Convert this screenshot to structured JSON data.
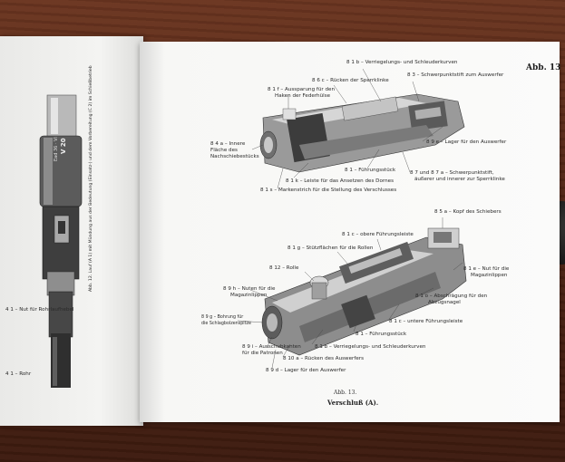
{
  "page_header": "Abb. 13",
  "left_page": {
    "rotated_caption": "Abb. 12. Lauf (A 1) mit Mündung aus der Bedeutung (Einsatz-) und dem Vorbereitung (C 2) im Schießbetrieb",
    "labels": {
      "kimme": "4 1 – Nut für Rohrlaufhebel",
      "rohr": "4 1 – Rohr"
    },
    "stamp": [
      "Ead 36 · Vi",
      "V 20"
    ]
  },
  "upper_labels": {
    "b81b": "8 1 b – Verriegelungs- und Schleuderkurven",
    "b83": "8 3 – Schwerpunktstift zum Auswerfer",
    "b86c": "8 6 c – Rücken der Sperrklinke",
    "b81f_1": "8 1 f – Aussparung für den",
    "b81f_2": "Haken der Federhülse",
    "b84a_1": "8 4 a – Innere",
    "b84a_2": "Fläche des",
    "b84a_3": "Nachschiebestücks",
    "b89e": "8 9 e – Lager für den Auswerfer",
    "b81": "8 1 – Führungsstück",
    "b87_1": "8 7 und 8 7 a – Schwerpunktstift,",
    "b87_2": "äußerer und innerer zur Sperrklinke",
    "b81k": "8 1 k – Leiste für das Ansetzen des Dornes",
    "b81s": "8 1 s – Markenstrich für die Stellung des Verschlusses"
  },
  "lower_labels": {
    "b85a": "8 5 a – Kopf des Schiebers",
    "b81c": "8 1 c – obere Führungsleiste",
    "b81g": "8 1 g – Stützflächen für die Rollen",
    "b812": "8 12 – Rolle",
    "b81e_1": "8 1 e – Nut für die",
    "b81e_2": "Magazinlippen",
    "b89h_1": "8 9 h – Nuten für die",
    "b89h_2": "Magazinlippen",
    "b81o_1": "8 1 o – Abschrägung für den",
    "b81o_2": "Abzugsnagel",
    "b89g_1": "8 9 g – Bohrung für",
    "b89g_2": "die Schlagbolzenspitze",
    "b81u": "8 1 c – untere Führungsleiste",
    "b81": "8 1 – Führungsstück",
    "b89i_1": "8 9 i – Ausschubkanten",
    "b89i_2": "für die Patronen",
    "b81b": "8 1 b – Verriegelungs- und Schleuderkurven",
    "b810a": "8 10 a – Rücken des Auswerfers",
    "b89d": "8 9 d – Lager für den Auswerfer"
  },
  "caption_line1": "Abb. 13.",
  "caption_line2": "Verschluß (A)."
}
